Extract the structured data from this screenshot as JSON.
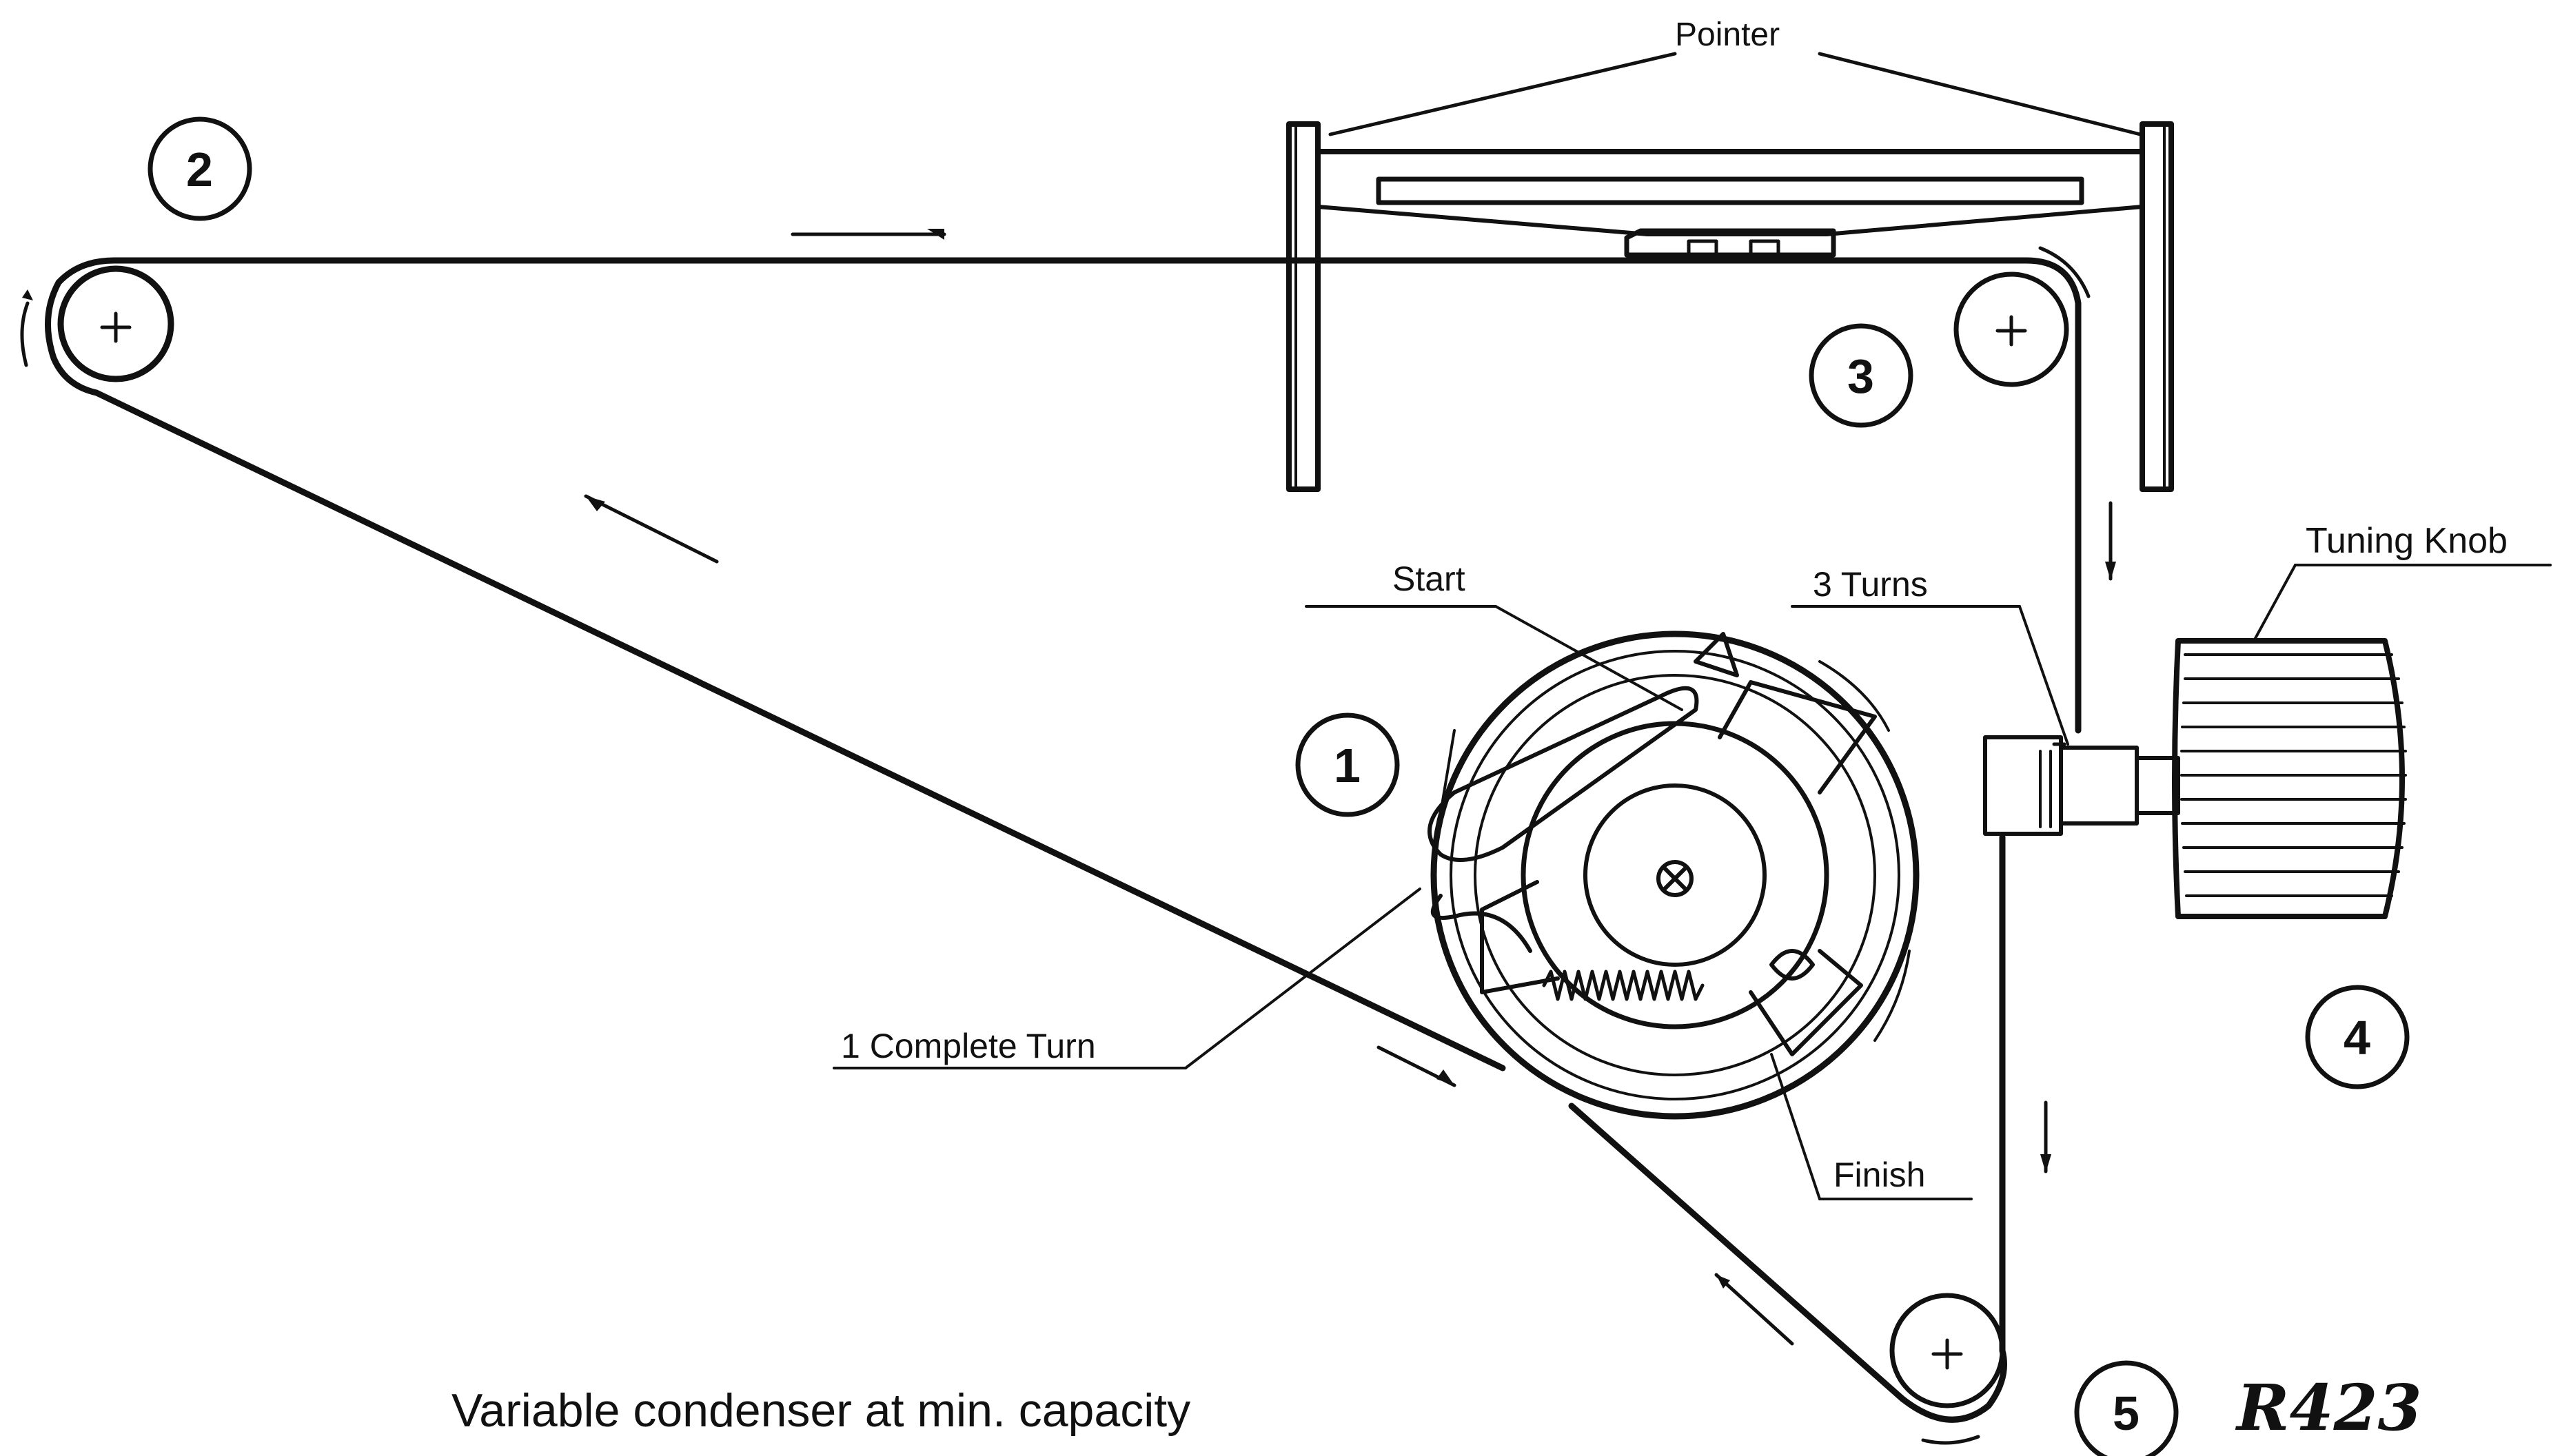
{
  "labels": {
    "pointer": "Pointer",
    "tuning_knob": "Tuning Knob",
    "start": "Start",
    "three_turns": "3 Turns",
    "one_complete_turn": "1 Complete Turn",
    "finish": "Finish"
  },
  "pulley_numbers": [
    "1",
    "2",
    "3",
    "4",
    "5"
  ],
  "caption": "Variable condenser at min. capacity",
  "reference_code": "R423",
  "icons": {
    "pulley_center": "plus-icon",
    "drum_center": "cross-screw-icon"
  }
}
